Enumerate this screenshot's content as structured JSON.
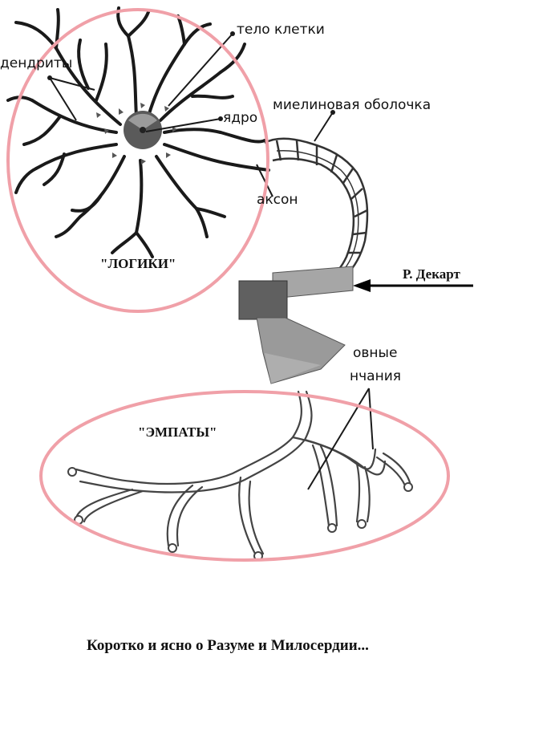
{
  "labels": {
    "cell_body": "тело клетки",
    "dendrites": "дендриты",
    "nucleus": "ядро",
    "myelin": "миелиновая оболочка",
    "axon": "аксон",
    "terminals_line1": "овные",
    "terminals_line2": "нчания"
  },
  "annotations": {
    "logic": "\"ЛОГИКИ\"",
    "empathy": "\"ЭМПАТЫ\"",
    "descartes": "Р. Декарт"
  },
  "caption": "Коротко и ясно о Разуме и Милосердии...",
  "colors": {
    "ellipse_outline": "#f0a0a8",
    "line": "#1a1a1a",
    "axe_gray": "#9a9a9a"
  }
}
